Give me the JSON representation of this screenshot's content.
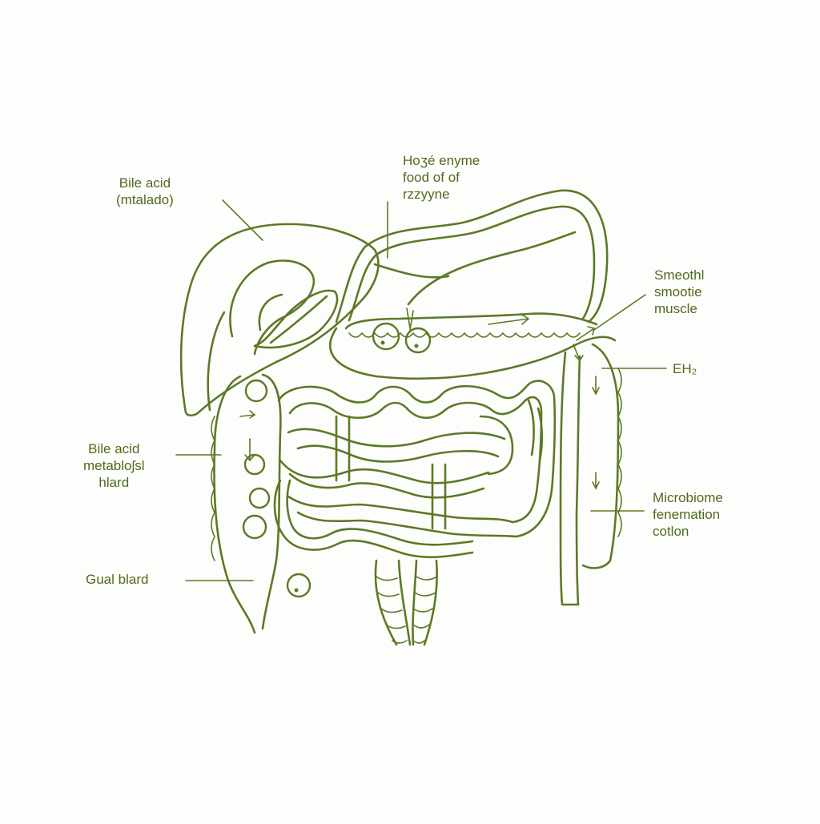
{
  "labels": {
    "bile_acid_top": [
      "Bile acid",
      "(mtalado)"
    ],
    "enzyme": [
      "Hoʒé enyme",
      "food of of",
      "rzzyyne"
    ],
    "smooth_muscle": [
      "Smeothl",
      "smootie",
      "muscle"
    ],
    "eh2": "EH₂",
    "bile_acid_left": [
      "Bile acid",
      "metabloʃsl",
      "hlard"
    ],
    "microbiome": [
      "Microbiome",
      "fenemation",
      "cotlon"
    ],
    "gual_bard": "Gual blard"
  },
  "colors": {
    "line": "#5b7a26",
    "text": "#4f6a1f",
    "background": "#fdfdfb"
  }
}
